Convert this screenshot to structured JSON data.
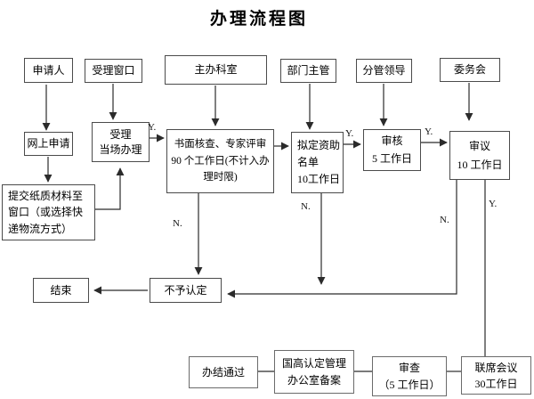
{
  "title": "办理流程图",
  "nodes": {
    "applicant": {
      "label": "申请人"
    },
    "acceptance_window": {
      "label": "受理窗口"
    },
    "host_office": {
      "label": "主办科室"
    },
    "dept_manager": {
      "label": "部门主管"
    },
    "branch_leader": {
      "label": "分管领导"
    },
    "committee": {
      "label": "委务会"
    },
    "online_application": {
      "label": "网上申请"
    },
    "acceptance_onsite": {
      "lines": [
        "受理",
        "当场办理"
      ]
    },
    "written_review": {
      "lines": [
        "书面核查、专家评审",
        "90 个工作日(不计入办",
        "理时限)"
      ]
    },
    "draft_list": {
      "lines": [
        "拟定资助",
        "名单",
        "10工作日"
      ]
    },
    "review": {
      "lines": [
        "审核",
        "5 工作日"
      ]
    },
    "deliberation": {
      "lines": [
        "审议",
        "10 工作日"
      ]
    },
    "submit_paper": {
      "lines": [
        "提交纸质材料至",
        "窗口（或选择快",
        "递物流方式）"
      ]
    },
    "end": {
      "label": "结束"
    },
    "not_recognized": {
      "label": "不予认定"
    },
    "completed": {
      "label": "办结通过"
    },
    "filing": {
      "lines": [
        "国高认定管理",
        "办公室备案"
      ]
    },
    "examination": {
      "lines": [
        "审查",
        "（5 工作日）"
      ]
    },
    "joint_meeting": {
      "lines": [
        "联席会议",
        "30工作日"
      ]
    }
  },
  "edge_labels": {
    "accept_yes": "Y.",
    "draft_yes": "Y.",
    "review_yes": "Y.",
    "deliberation_yes": "Y.",
    "written_no": "N.",
    "draft_no": "N.",
    "deliberation_no": "N."
  },
  "colors": {
    "line": "#2b2b2b",
    "box_border": "#4b4b4b",
    "text": "#000000",
    "background": "#ffffff"
  }
}
